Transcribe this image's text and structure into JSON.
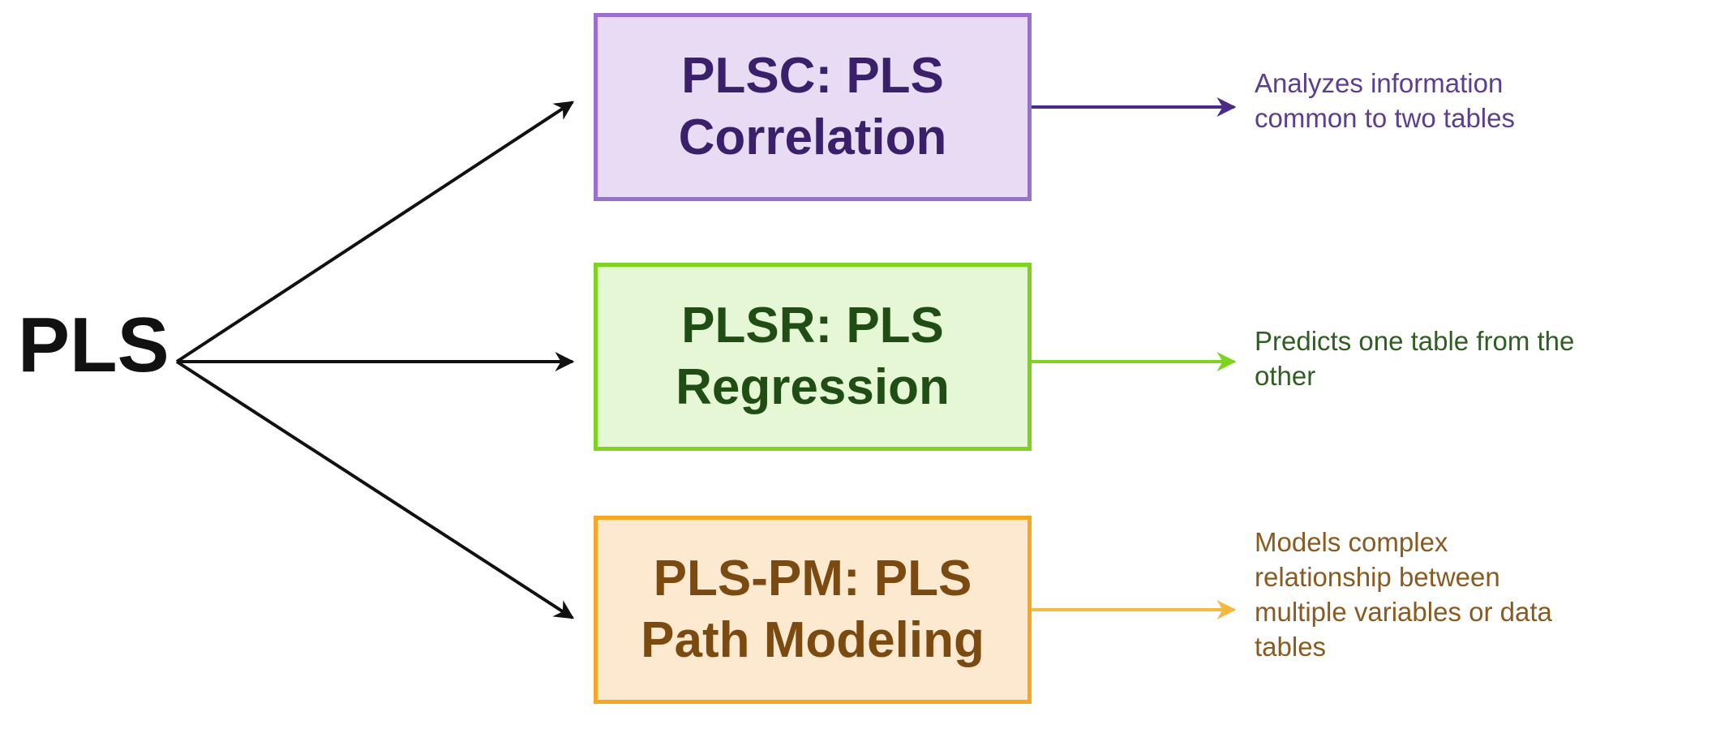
{
  "root": {
    "label": "PLS"
  },
  "methods": [
    {
      "key": "plsc",
      "title_lines": [
        "PLSC: PLS",
        "Correlation"
      ],
      "description_lines": [
        "Analyzes information",
        "common to two tables"
      ],
      "colors": {
        "fill": "#e8dcf5",
        "border": "#9b6fd1",
        "text": "#3a1f6b",
        "arrow": "#4b2a8a",
        "description": "#5b3e90"
      }
    },
    {
      "key": "plsr",
      "title_lines": [
        "PLSR: PLS",
        "Regression"
      ],
      "description_lines": [
        "Predicts one table from the",
        "other"
      ],
      "colors": {
        "fill": "#e6f7d6",
        "border": "#7ed321",
        "text": "#1f4d14",
        "arrow": "#7ed321",
        "description": "#2f5e22"
      }
    },
    {
      "key": "plspm",
      "title_lines": [
        "PLS-PM: PLS",
        "Path Modeling"
      ],
      "description_lines": [
        "Models complex",
        "relationship between",
        "multiple variables or data",
        "tables"
      ],
      "colors": {
        "fill": "#fde9cf",
        "border": "#f5a623",
        "text": "#7a4a10",
        "arrow": "#f5b941",
        "description": "#8a5a20"
      }
    }
  ],
  "edge_color": "#111111"
}
